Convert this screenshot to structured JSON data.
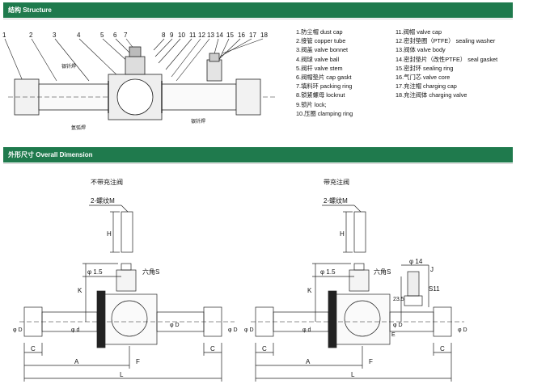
{
  "section_structure": {
    "title": "结构 Structure"
  },
  "section_dimension": {
    "title": "外形尺寸 Overall Dimension"
  },
  "callout_numbers": [
    "1",
    "2",
    "3",
    "4",
    "5",
    "6",
    "7",
    "8",
    "9",
    "10",
    "11",
    "12",
    "13",
    "14",
    "15",
    "16",
    "17",
    "18"
  ],
  "weld_labels": {
    "top_left": "银钎焊",
    "bottom_left": "氩弧焊",
    "bottom_right": "银钎焊"
  },
  "parts_col1": [
    "1.防尘帽 dust cap",
    "2.接管 copper tube",
    "3.阀盖 valve bonnet",
    "4.阀球 valve ball",
    "5.阀杆 valve stem",
    "6.阀帽垫片 cap gaskt",
    "7.填料环 packing ring",
    "8.锁紧螺母 locknut",
    "9.锁片 lock;",
    "10.压圈 clamping ring"
  ],
  "parts_col2": [
    "11.阀帽 valve cap",
    "12.密封垫圈（PTFE） sealing washer",
    "13.阀体 valve body",
    "14.密封垫片（改性PTFE） seal gasket",
    "15.密封环 sealing ring",
    "16.气门芯 valve core",
    "17.充注帽 charging cap",
    "18.充注阀体 charging valve"
  ],
  "left_drawing": {
    "title": "不带充注阀",
    "thread_label": "2-螺纹M",
    "H": "H",
    "K": "K",
    "phi15": "φ 1.5",
    "hex": "六角S",
    "phiD": "φ D",
    "phid": "φ d",
    "phiD2": "φ D",
    "phiD0": "φ D",
    "C1": "C",
    "C2": "C",
    "A": "A",
    "F": "F",
    "L": "L"
  },
  "right_drawing": {
    "title": "带充注阀",
    "thread_label": "2-螺纹M",
    "H": "H",
    "K": "K",
    "phi15": "φ 1.5",
    "hex": "六角S",
    "phi14": "φ 14",
    "J": "J",
    "S11": "S11",
    "dim235": "23.5",
    "phiD": "φ D",
    "phid": "φ d",
    "phiD2": "φ D",
    "phiD0": "φ D",
    "E": "E",
    "C1": "C",
    "C2": "C",
    "A": "A",
    "F": "F",
    "L": "L"
  }
}
